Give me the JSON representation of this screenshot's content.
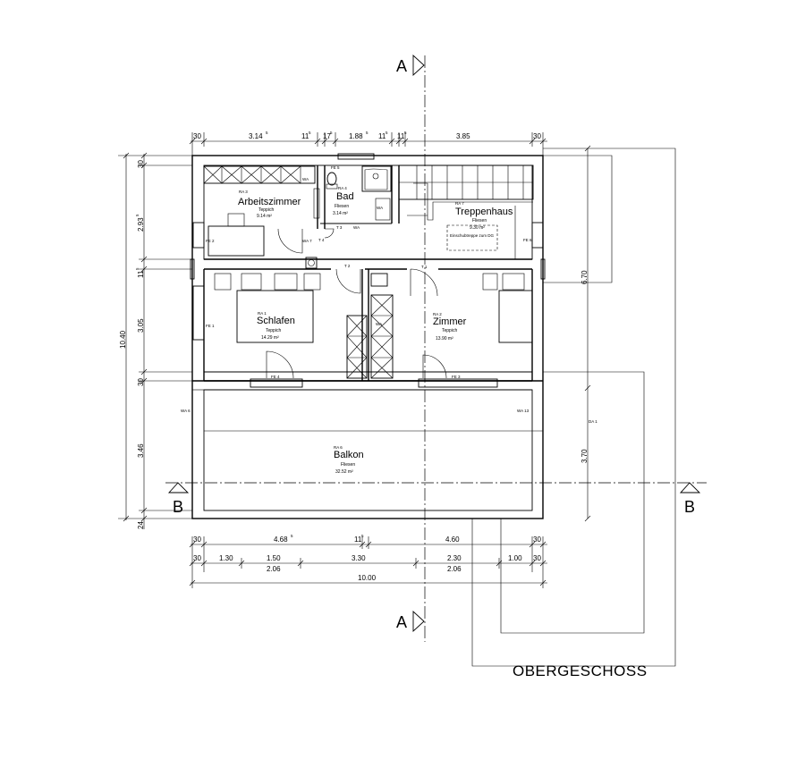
{
  "plan_title": "OBERGESCHOSS",
  "section_marks": {
    "a": "A",
    "b": "B"
  },
  "rooms": [
    {
      "code": "RA 3",
      "name": "Arbeitszimmer",
      "floor": "Teppich",
      "area": "9.14 m²"
    },
    {
      "code": "RA 4",
      "name": "Bad",
      "floor": "Fliesen",
      "area": "3.14 m²"
    },
    {
      "code": "RA 7",
      "name": "Treppenhaus",
      "floor": "Fliesen",
      "area": "9.30 m²"
    },
    {
      "code": "RA 1",
      "name": "Schlafen",
      "floor": "Teppich",
      "area": "14.29 m²"
    },
    {
      "code": "RA 2",
      "name": "Zimmer",
      "floor": "Teppich",
      "area": "13.90 m²"
    },
    {
      "code": "RA 6",
      "name": "Balkon",
      "floor": "Fliesen",
      "area": "32.52 m²"
    }
  ],
  "labels": {
    "fe5": "FE 5",
    "fe2": "FE 2",
    "fe1": "FE 1",
    "fe4": "FE 4",
    "fe3": "FE 3",
    "fe6": "FE 6",
    "t1": "T 1",
    "t2": "T 2",
    "t3": "T 3",
    "t4": "T 4",
    "wa7": "WA 7",
    "wa6": "WA 6",
    "wa13": "WA 13",
    "wa": "WA",
    "da1": "DA 1",
    "hatch": "Einschubtreppe zum DG"
  },
  "dims_top": {
    "d1": "30",
    "d2": "3.14",
    "d2s": "5",
    "d3": "11",
    "d3s": "5",
    "d4": "17",
    "d4s": "5",
    "d5": "1.88",
    "d5s": "5",
    "d6": "11",
    "d6s": "5",
    "d7": "11",
    "d7s": "5",
    "d8": "3.85",
    "d9": "30"
  },
  "dims_left": {
    "l1": "30",
    "l2": "2.93",
    "l2s": "5",
    "l3": "11",
    "l3s": "5",
    "l4": "3.05",
    "l5": "30",
    "l6": "3.46",
    "l7": "24",
    "total": "10.40"
  },
  "dims_right": {
    "r1": "6.70",
    "r2": "3.70"
  },
  "dims_bottom": {
    "b1a": "30",
    "b1b": "4.68",
    "b1bs": "5",
    "b1c": "11",
    "b1cs": "5",
    "b1d": "4.60",
    "b1e": "30",
    "b2a": "30",
    "b2b": "1.30",
    "b2c": "1.50",
    "b2d": "3.30",
    "b2e": "2.30",
    "b2f": "1.00",
    "b2g": "30",
    "b3a": "2.06",
    "b3b": "2.06",
    "total": "10.00"
  }
}
